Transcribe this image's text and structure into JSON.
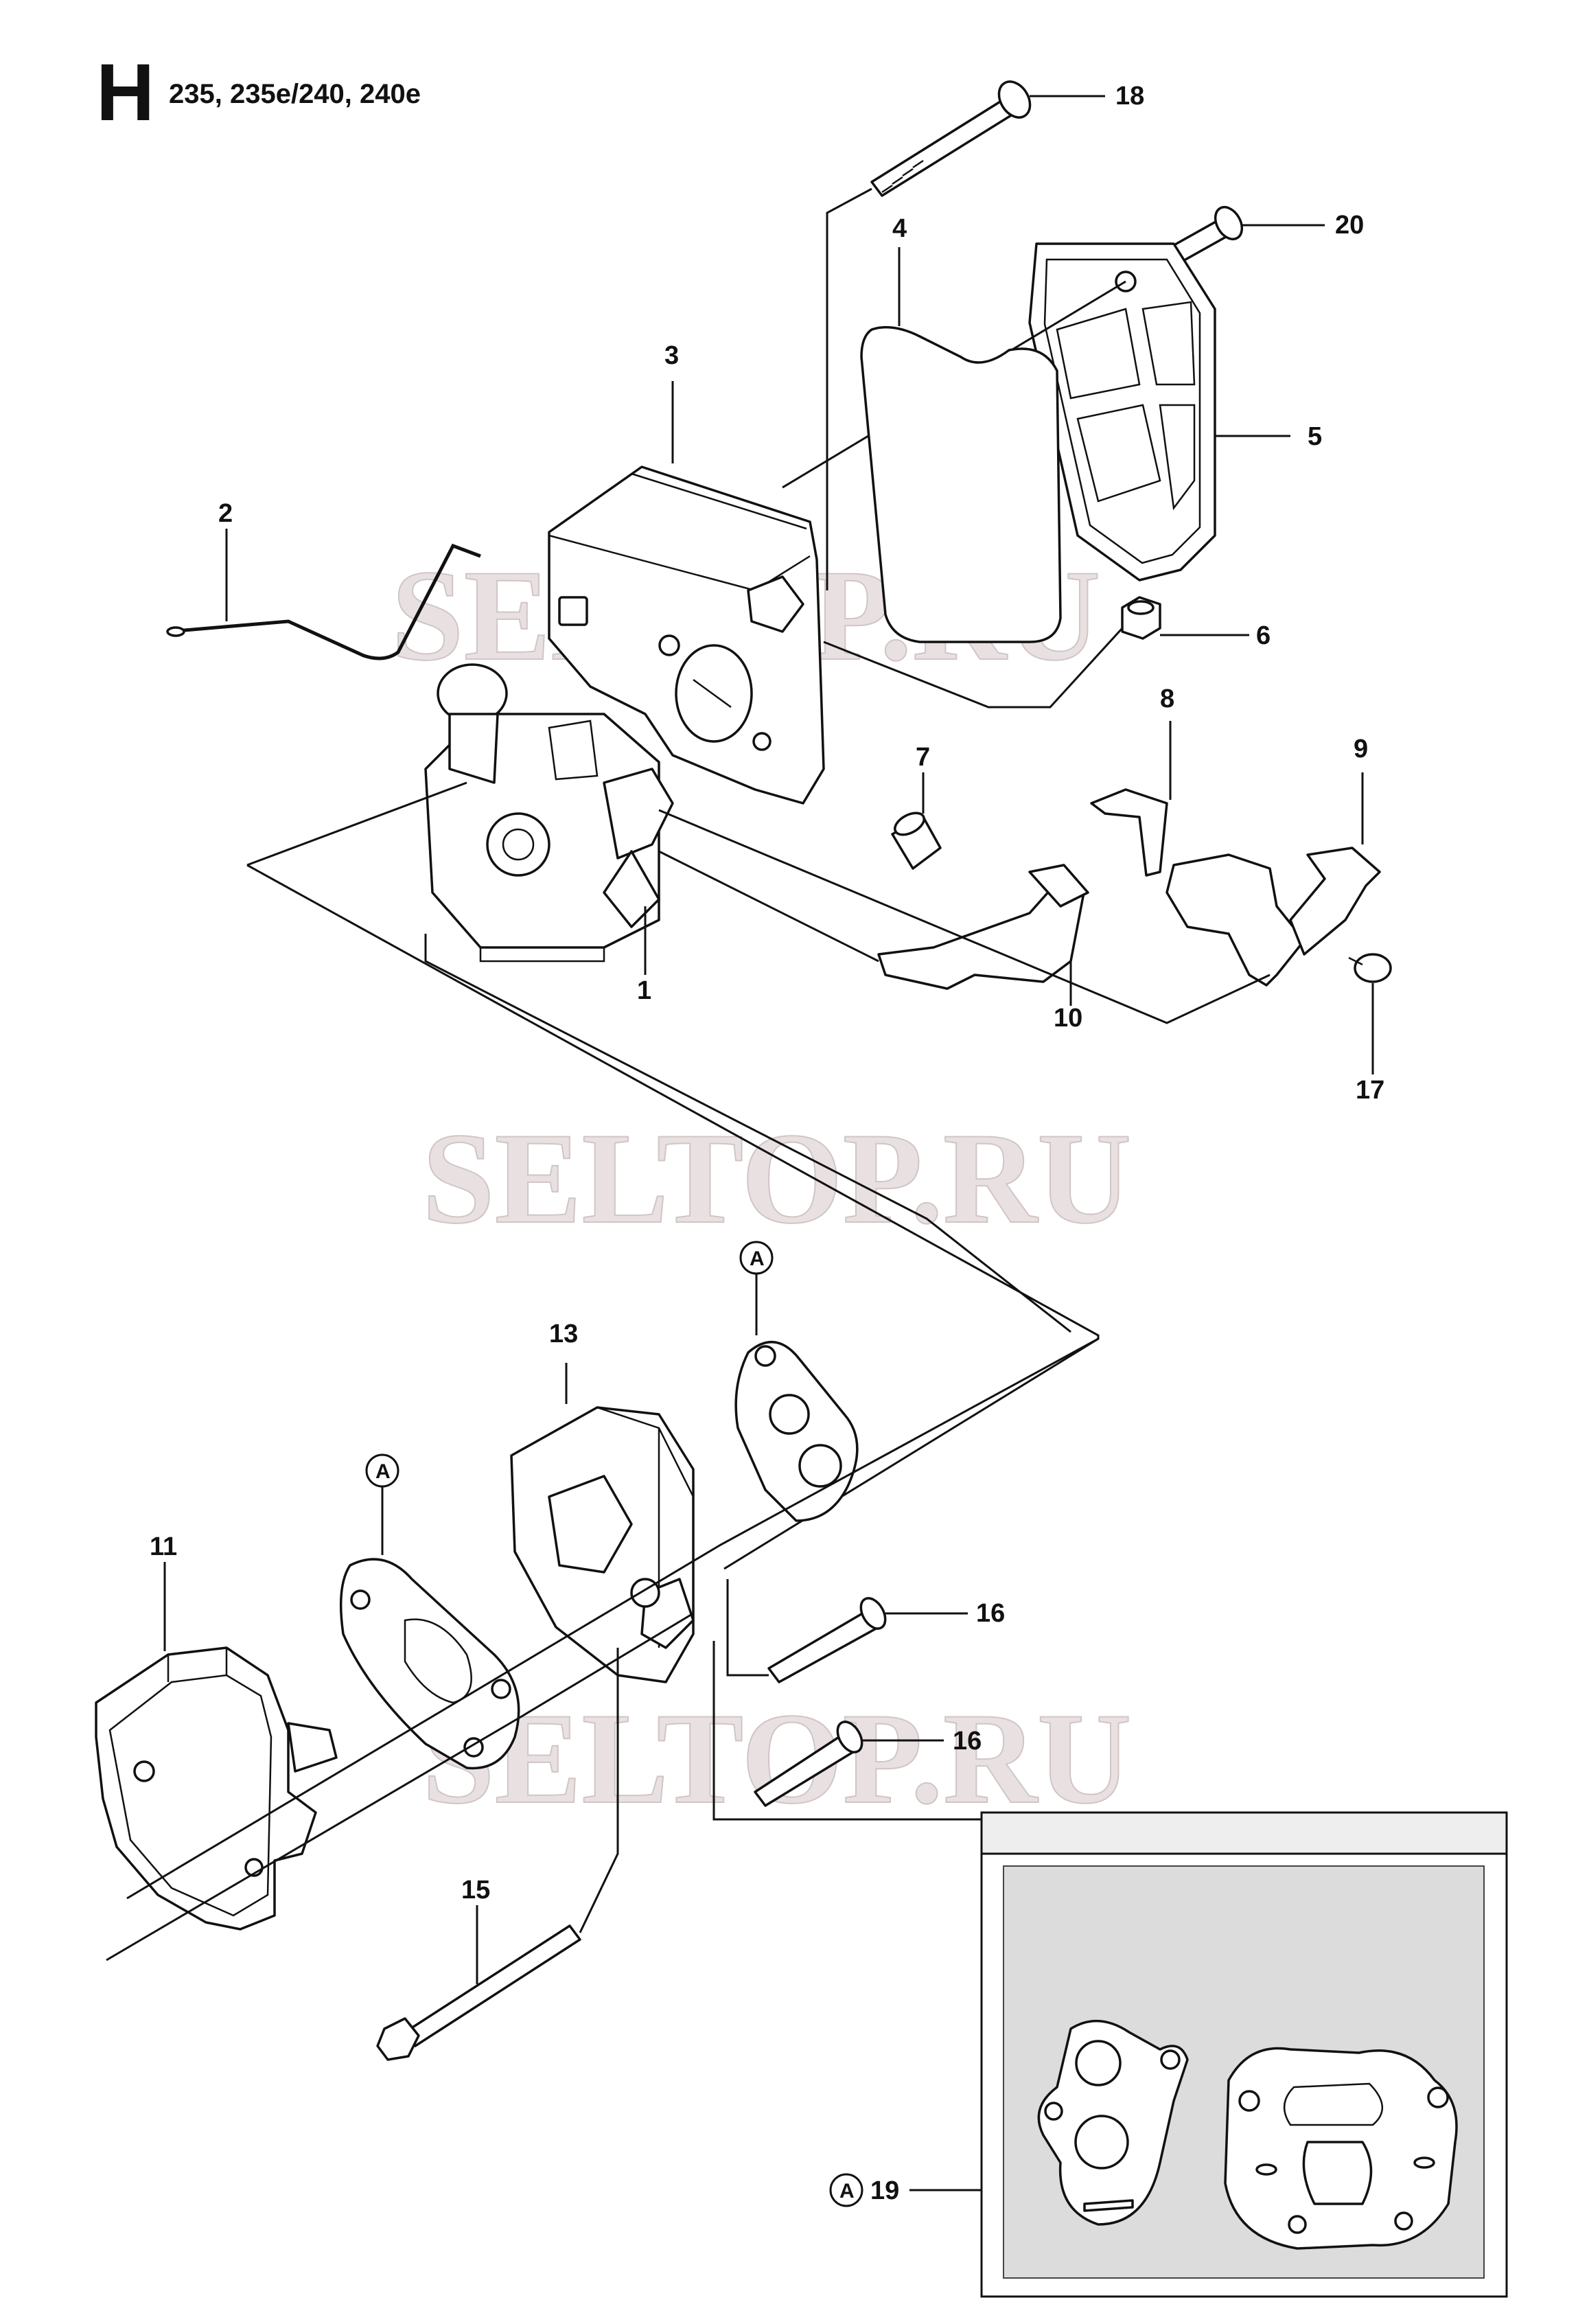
{
  "header": {
    "section_letter": "H",
    "models": "235, 235e/240, 240e"
  },
  "watermarks": [
    "SELTOP.RU",
    "SELTOP.RU",
    "SELTOP.RU"
  ],
  "callouts": {
    "c1": "1",
    "c2": "2",
    "c3": "3",
    "c4": "4",
    "c5": "5",
    "c6": "6",
    "c7": "7",
    "c8": "8",
    "c9": "9",
    "c10": "10",
    "c11": "11",
    "c13": "13",
    "c15": "15",
    "c16a": "16",
    "c16b": "16",
    "c17": "17",
    "c18": "18",
    "c19": "19",
    "c20": "20"
  },
  "markers": {
    "a_top": "A",
    "a_left": "A",
    "a_kit": "A"
  },
  "icons": {
    "part_outlines": "exploded-parts-drawing"
  }
}
